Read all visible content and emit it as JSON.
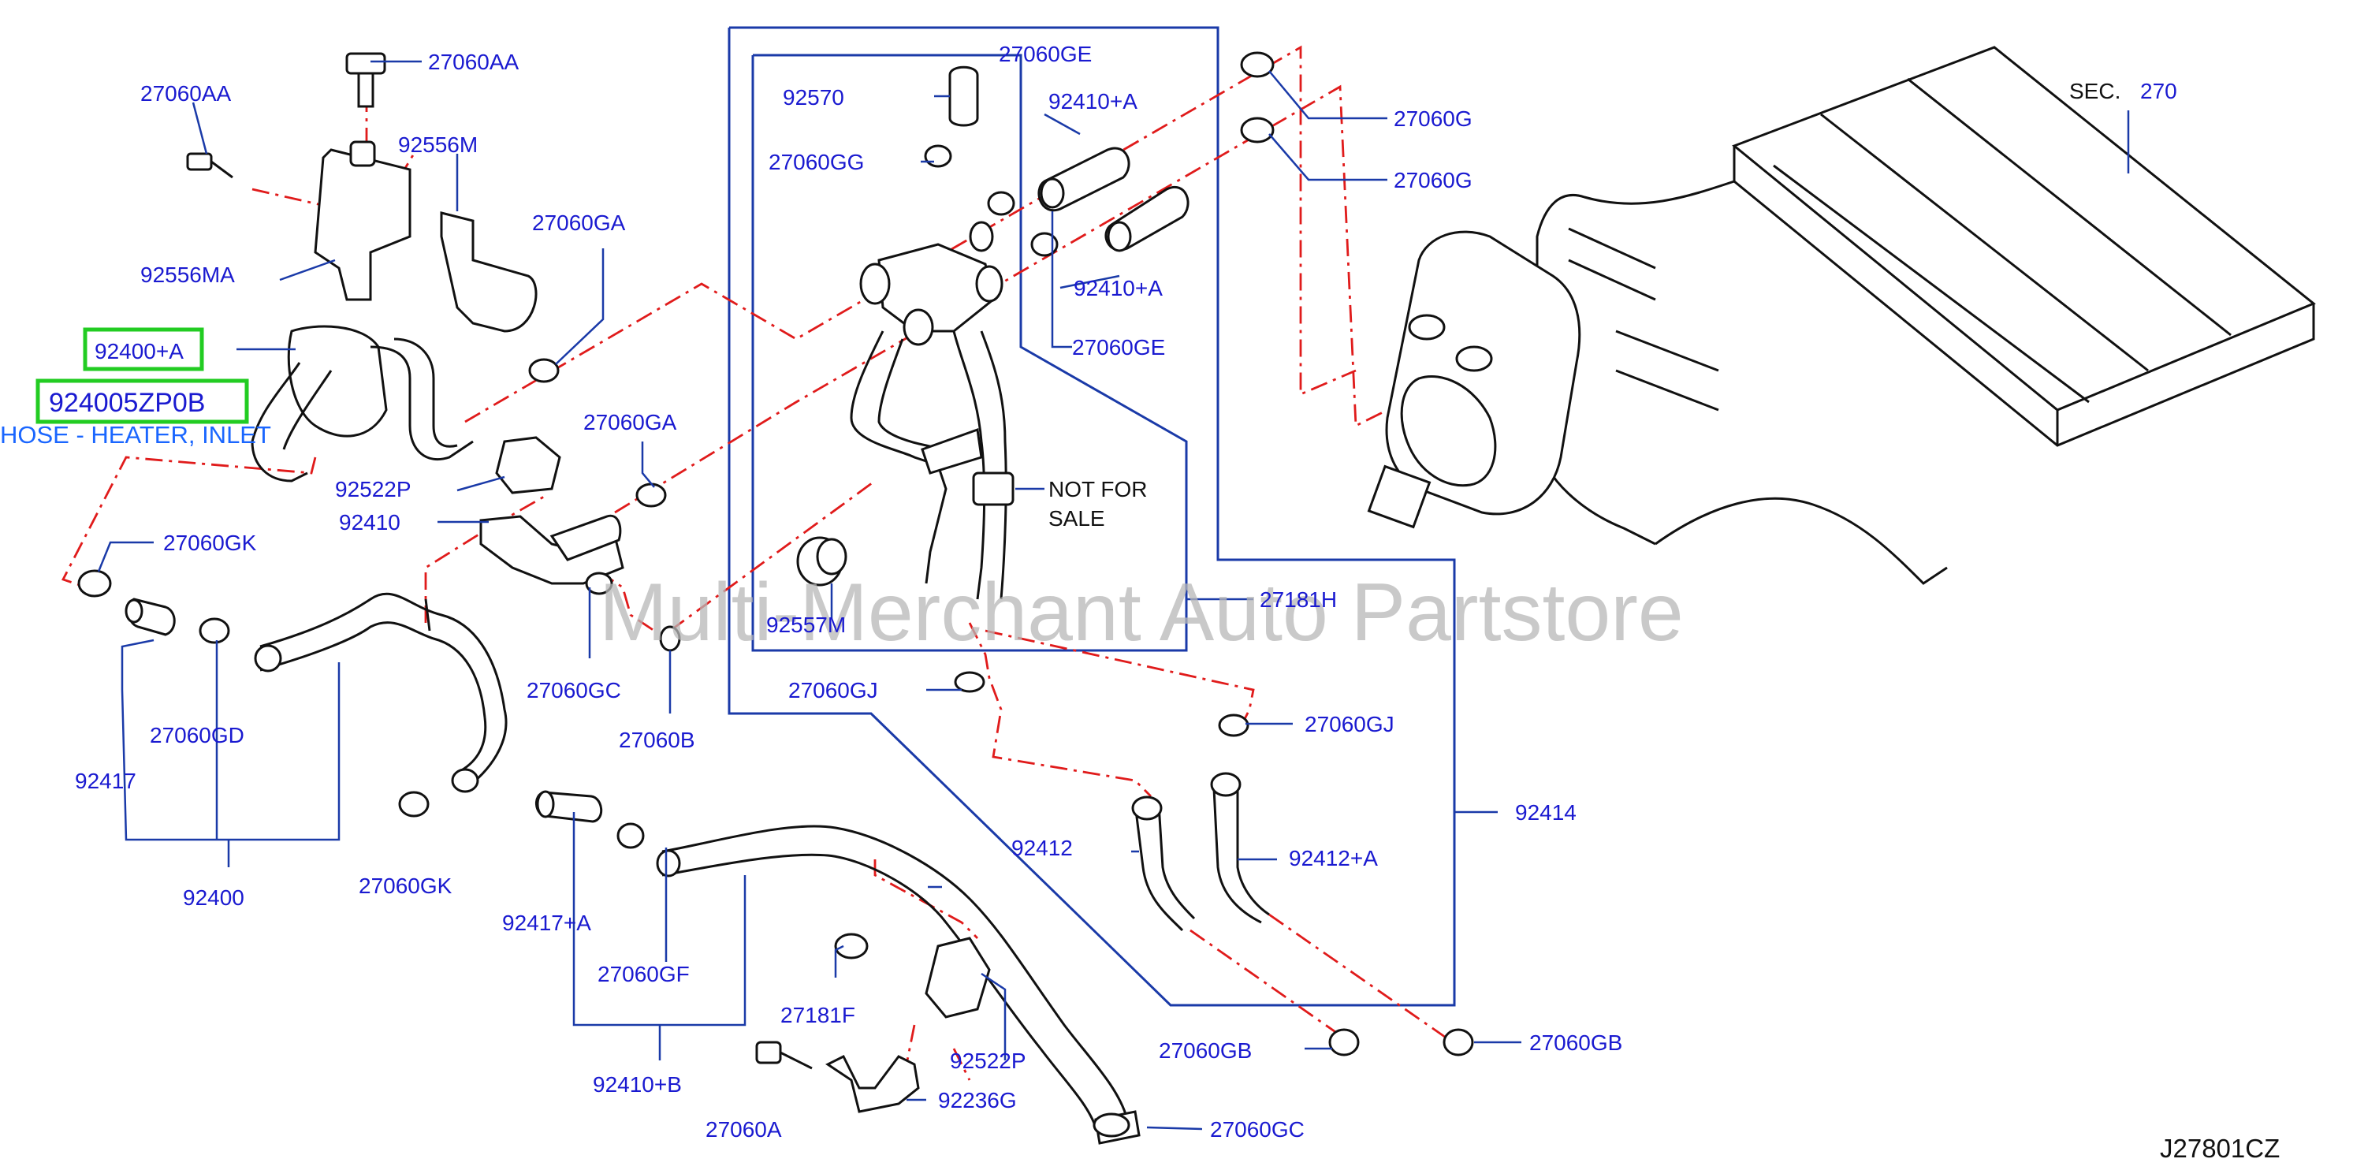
{
  "diagram_code": "J27801CZ",
  "section_ref": {
    "prefix": "SEC.",
    "number": "270"
  },
  "watermark": "Multi-Merchant Auto Partstore",
  "highlight": {
    "part_a": "92400+A",
    "part_number": "924005ZP0B",
    "description": "HOSE - HEATER, INLET"
  },
  "note": {
    "line1": "NOT   FOR",
    "line2": "SALE"
  },
  "labels": {
    "p27060AA_top": "27060AA",
    "p27060AA_left": "27060AA",
    "p92556M": "92556M",
    "p92556MA": "92556MA",
    "p27060GA_1": "27060GA",
    "p27060GA_2": "27060GA",
    "p92522P_1": "92522P",
    "p92410": "92410",
    "p27060GK_1": "27060GK",
    "p27060GK_2": "27060GK",
    "p92417": "92417",
    "p27060GD": "27060GD",
    "p92400": "92400",
    "p27060GC_1": "27060GC",
    "p27060B": "27060B",
    "p92417A": "92417+A",
    "p27060GF": "27060GF",
    "p92410B": "92410+B",
    "p27181F": "27181F",
    "p92522P_2": "92522P",
    "p92236G": "92236G",
    "p27060A": "27060A",
    "p27060GC_2": "27060GC",
    "p92570": "92570",
    "p27060GG": "27060GG",
    "p27060GE_1": "27060GE",
    "p27060GE_2": "27060GE",
    "p92410A_1": "92410+A",
    "p92410A_2": "92410+A",
    "p92557M": "92557M",
    "p27181H": "27181H",
    "p27060GJ_1": "27060GJ",
    "p27060GJ_2": "27060GJ",
    "p92412": "92412",
    "p92412A": "92412+A",
    "p92414": "92414",
    "p27060GB_1": "27060GB",
    "p27060GB_2": "27060GB",
    "p27060G_1": "27060G",
    "p27060G_2": "27060G"
  },
  "colors": {
    "label_blue": "#1a1ad0",
    "leader_blue": "#1a3aa8",
    "dash_red": "#e01b1b",
    "highlight_green": "#22cc22",
    "description_blue": "#1a66ff"
  }
}
